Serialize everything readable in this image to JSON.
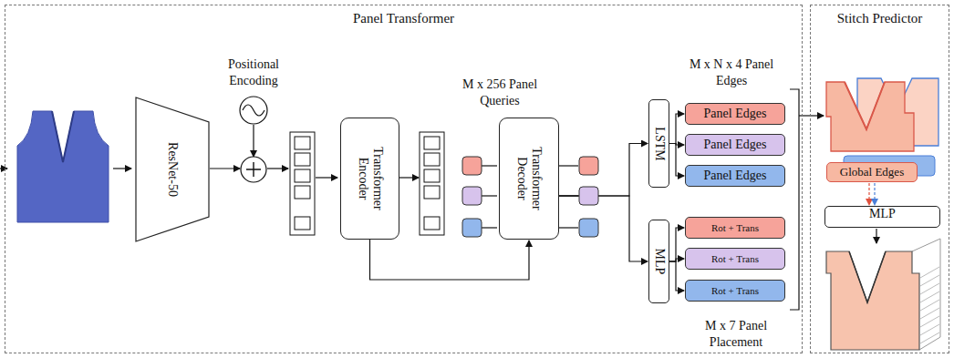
{
  "diagram": {
    "nodes": [
      {
        "text": [
          "Panel Transformer"
        ]
      },
      {
        "text": [
          "ResNet-50"
        ],
        "in": 0
      },
      {
        "text": [
          "Transformer Encoder"
        ],
        "in": 0
      },
      {
        "text": [
          "Transformer Decoder"
        ],
        "in": 0
      },
      {
        "text": [
          "LSTM"
        ],
        "in": 0
      },
      {
        "text": [
          "Panel Edges"
        ],
        "in": 0
      },
      {
        "text": [
          "Panel Edges"
        ],
        "in": 0
      },
      {
        "text": [
          "Panel Edges"
        ],
        "in": 0
      },
      {
        "text": [
          "MLP"
        ],
        "in": 0
      },
      {
        "text": [
          "Rot + Trans"
        ],
        "in": 0
      },
      {
        "text": [
          "Rot + Trans"
        ],
        "in": 0
      },
      {
        "text": [
          "Rot + Trans"
        ],
        "in": 0
      },
      {
        "text": [
          "Stitch Predictor"
        ]
      },
      {
        "text": [
          "Global Edges"
        ],
        "in": 12
      },
      {
        "text": [
          "MLP"
        ],
        "in": 12
      }
    ],
    "edges": [
      {
        "from": 2,
        "to": 3,
        "arrow": "to"
      },
      {
        "from": 3,
        "to": 4,
        "arrow": "to"
      },
      {
        "from": 3,
        "to": 8,
        "arrow": "to"
      },
      {
        "from": 4,
        "to": 5,
        "arrow": "to"
      },
      {
        "from": 4,
        "to": 6,
        "arrow": "to"
      },
      {
        "from": 4,
        "to": 7,
        "arrow": "to"
      },
      {
        "from": 8,
        "to": 9,
        "arrow": "to"
      },
      {
        "from": 8,
        "to": 10,
        "arrow": "to"
      },
      {
        "from": 8,
        "to": 11,
        "arrow": "to"
      },
      {
        "from": 13,
        "to": 14,
        "arrow": "to"
      }
    ],
    "labels": [
      "Positional Encoding",
      "M x 256 Panel Queries",
      "M x N x 4 Panel Edges",
      "M x 7 Panel Placement"
    ]
  }
}
